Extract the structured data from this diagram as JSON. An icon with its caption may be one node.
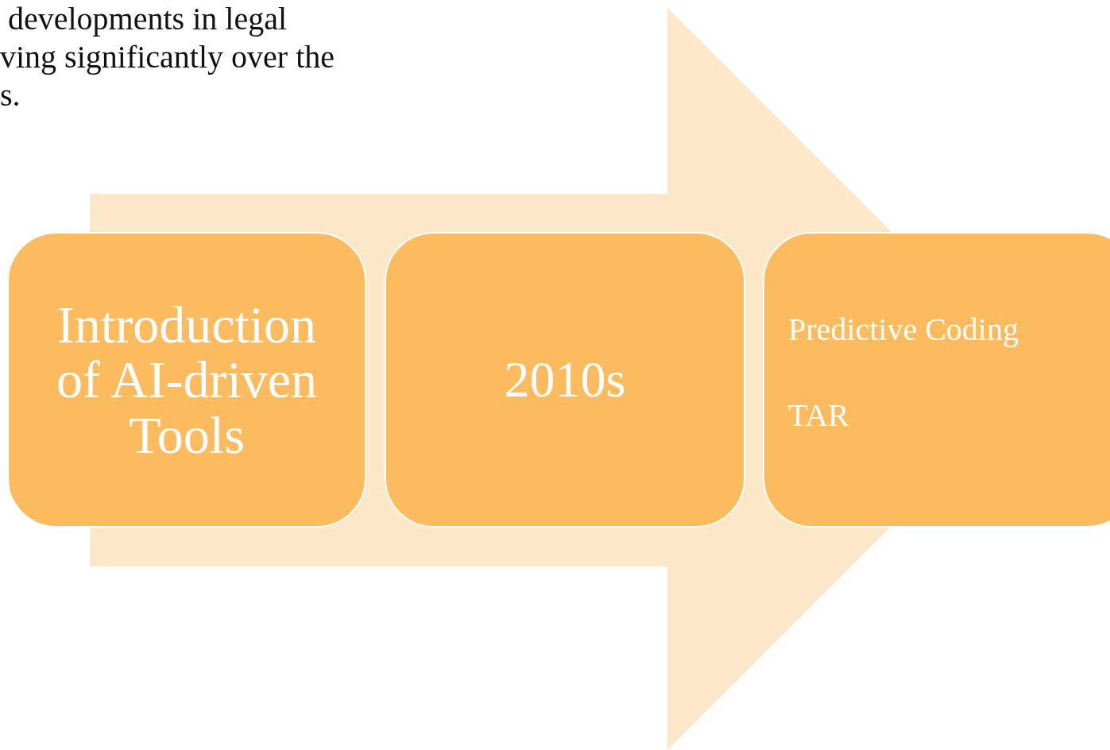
{
  "diagram": {
    "nodes": [
      {
        "text": [
          "Introduction of AI-driven Tools"
        ]
      },
      {
        "text": [
          "2010s"
        ]
      },
      {
        "text": [
          "Predictive Coding",
          "TAR"
        ]
      }
    ],
    "edges": [
      {
        "from": 0,
        "to": 2,
        "arrow": "to"
      }
    ],
    "labels": [
      "developments in legal",
      "ving significantly over the",
      "s."
    ]
  }
}
